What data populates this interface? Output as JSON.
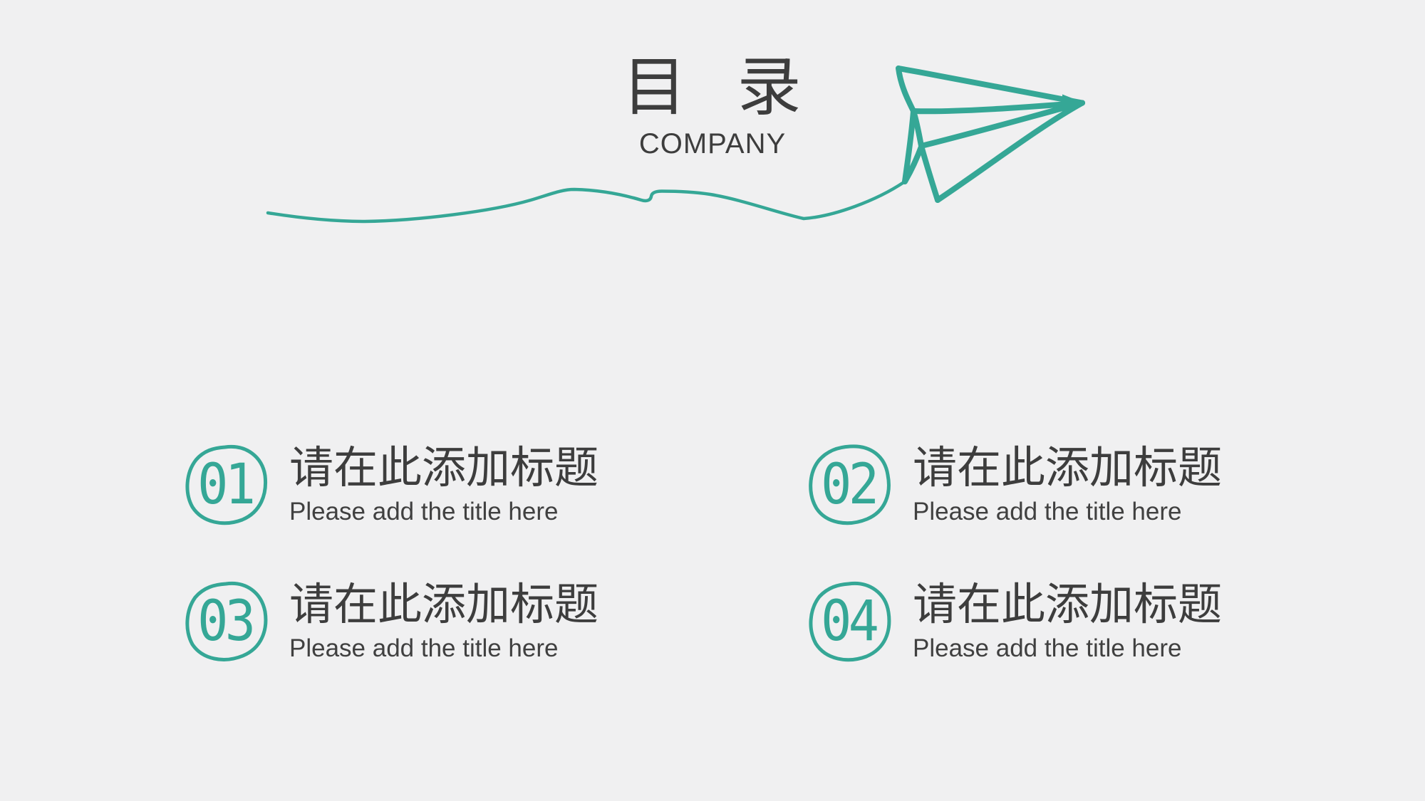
{
  "colors": {
    "accent": "#35a796",
    "text_dark": "#3d3d3d",
    "text_gray": "#404040",
    "background": "#f0f0f1"
  },
  "header": {
    "title": "目 录",
    "subtitle": "COMPANY"
  },
  "decor": {
    "plane_icon": "paper-plane-icon",
    "string_icon": "wavy-string-line",
    "ring_icon": "hand-drawn-oval-ring"
  },
  "items": [
    {
      "number": "01",
      "title": "请在此添加标题",
      "subtitle": "Please add the title here"
    },
    {
      "number": "02",
      "title": "请在此添加标题",
      "subtitle": "Please add the title here"
    },
    {
      "number": "03",
      "title": "请在此添加标题",
      "subtitle": "Please add the title here"
    },
    {
      "number": "04",
      "title": "请在此添加标题",
      "subtitle": "Please add the title here"
    }
  ]
}
